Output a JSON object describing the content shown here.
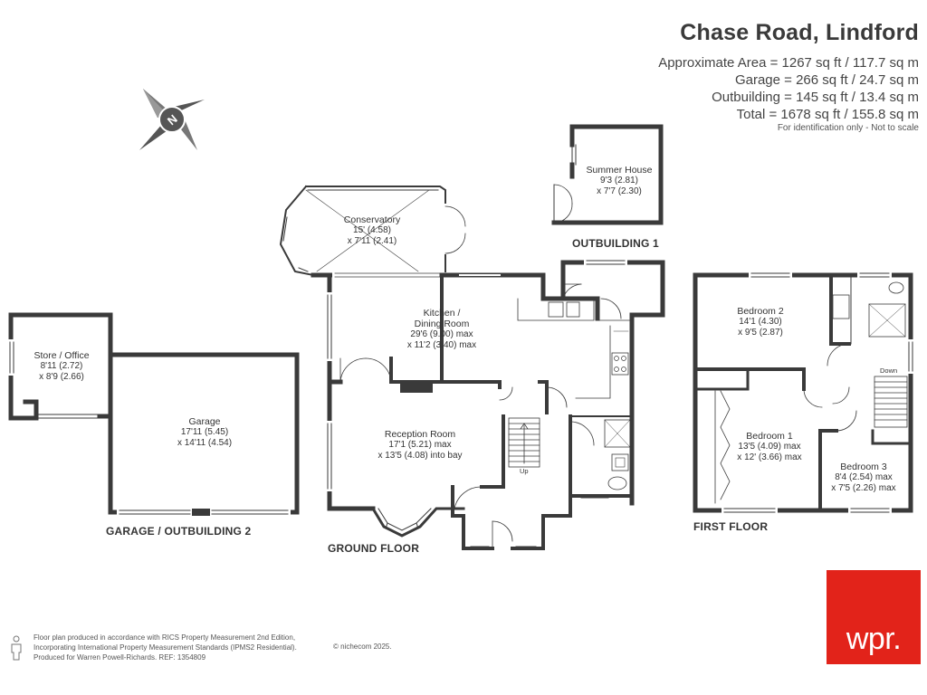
{
  "header": {
    "title": "Chase Road, Lindford",
    "approx_area": "Approximate Area = 1267 sq ft / 117.7 sq m",
    "garage_area": "Garage = 266 sq ft / 24.7 sq m",
    "outbuilding_area": "Outbuilding = 145 sq ft / 13.4 sq m",
    "total_area": "Total = 1678 sq ft / 155.8 sq m",
    "note": "For identification only - Not to scale"
  },
  "compass": {
    "letter": "N"
  },
  "rooms": {
    "summer_house": {
      "name": "Summer House",
      "dim1": "9'3 (2.81)",
      "dim2": "x 7'7 (2.30)"
    },
    "conservatory": {
      "name": "Conservatory",
      "dim1": "15' (4.58)",
      "dim2": "x 7'11 (2.41)"
    },
    "kitchen": {
      "name1": "Kitchen /",
      "name2": "Dining Room",
      "dim1": "29'6 (9.00) max",
      "dim2": "x 11'2 (3.40) max"
    },
    "reception": {
      "name": "Reception Room",
      "dim1": "17'1 (5.21) max",
      "dim2": "x 13'5 (4.08) into bay"
    },
    "store": {
      "name": "Store / Office",
      "dim1": "8'11 (2.72)",
      "dim2": "x 8'9 (2.66)"
    },
    "garage": {
      "name": "Garage",
      "dim1": "17'11 (5.45)",
      "dim2": "x 14'11 (4.54)"
    },
    "bedroom2": {
      "name": "Bedroom 2",
      "dim1": "14'1 (4.30)",
      "dim2": "x 9'5 (2.87)"
    },
    "bedroom1": {
      "name": "Bedroom 1",
      "dim1": "13'5 (4.09) max",
      "dim2": "x 12' (3.66)  max"
    },
    "bedroom3": {
      "name": "Bedroom 3",
      "dim1": "8'4 (2.54) max",
      "dim2": "x 7'5 (2.26) max"
    }
  },
  "stairs": {
    "up": "Up",
    "down": "Down"
  },
  "floors": {
    "outbuilding1": "OUTBUILDING 1",
    "garage_outbuilding2": "GARAGE / OUTBUILDING 2",
    "ground": "GROUND FLOOR",
    "first": "FIRST FLOOR"
  },
  "footer": {
    "line1": "Floor plan produced in accordance with RICS Property Measurement 2nd Edition,",
    "line2": "Incorporating International Property Measurement Standards (IPMS2 Residential).",
    "copyright": "© nichecom 2025.",
    "line3": "Produced for Warren Powell-Richards.   REF: 1354809"
  },
  "logo": {
    "text": "wpr."
  },
  "colors": {
    "wall": "#3a3a3a",
    "logo_red": "#e2231a"
  }
}
